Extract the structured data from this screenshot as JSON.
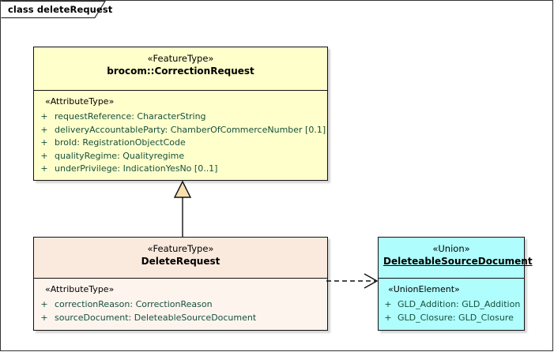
{
  "diagram": {
    "tab_label": "class deleteRequest",
    "background": "#ffffff",
    "border_color": "#333333"
  },
  "colors": {
    "featuretype_fill": "#ffffcc",
    "subclass_fill": "#faeade",
    "union_fill": "#b0fdfd",
    "attribute_text": "#15503c",
    "line": "#111111",
    "generalization_triangle_fill": "#f7dfae"
  },
  "classes": [
    {
      "id": "correctionrequest",
      "stereotype": "«FeatureType»",
      "name": "brocom::CorrectionRequest",
      "compartment_stereotype": "«AttributeType»",
      "attributes": [
        {
          "visibility": "+",
          "text": "requestReference: CharacterString"
        },
        {
          "visibility": "+",
          "text": "deliveryAccountableParty: ChamberOfCommerceNumber [0.1]"
        },
        {
          "visibility": "+",
          "text": "broId: RegistrationObjectCode"
        },
        {
          "visibility": "+",
          "text": "qualityRegime: Qualityregime"
        },
        {
          "visibility": "+",
          "text": "underPrivilege: IndicationYesNo [0..1]"
        }
      ]
    },
    {
      "id": "deleterequest",
      "stereotype": "«FeatureType»",
      "name": "DeleteRequest",
      "compartment_stereotype": "«AttributeType»",
      "attributes": [
        {
          "visibility": "+",
          "text": "correctionReason: CorrectionReason"
        },
        {
          "visibility": "+",
          "text": "sourceDocument: DeleteableSourceDocument"
        }
      ]
    },
    {
      "id": "deleteablesourcedocument",
      "stereotype": "«Union»",
      "name": "DeleteableSourceDocument",
      "compartment_stereotype": "«UnionElement»",
      "attributes": [
        {
          "visibility": "+",
          "text": "GLD_Addition: GLD_Addition"
        },
        {
          "visibility": "+",
          "text": "GLD_Closure: GLD_Closure"
        }
      ]
    }
  ],
  "connectors": [
    {
      "id": "generalization",
      "kind": "generalization",
      "from": "DeleteRequest",
      "to": "brocom::CorrectionRequest",
      "line_style": "solid",
      "arrow": "hollow-triangle"
    },
    {
      "id": "dependency",
      "kind": "dependency",
      "from": "DeleteRequest",
      "to": "DeleteableSourceDocument",
      "line_style": "dashed",
      "arrow": "open-arrow"
    }
  ]
}
